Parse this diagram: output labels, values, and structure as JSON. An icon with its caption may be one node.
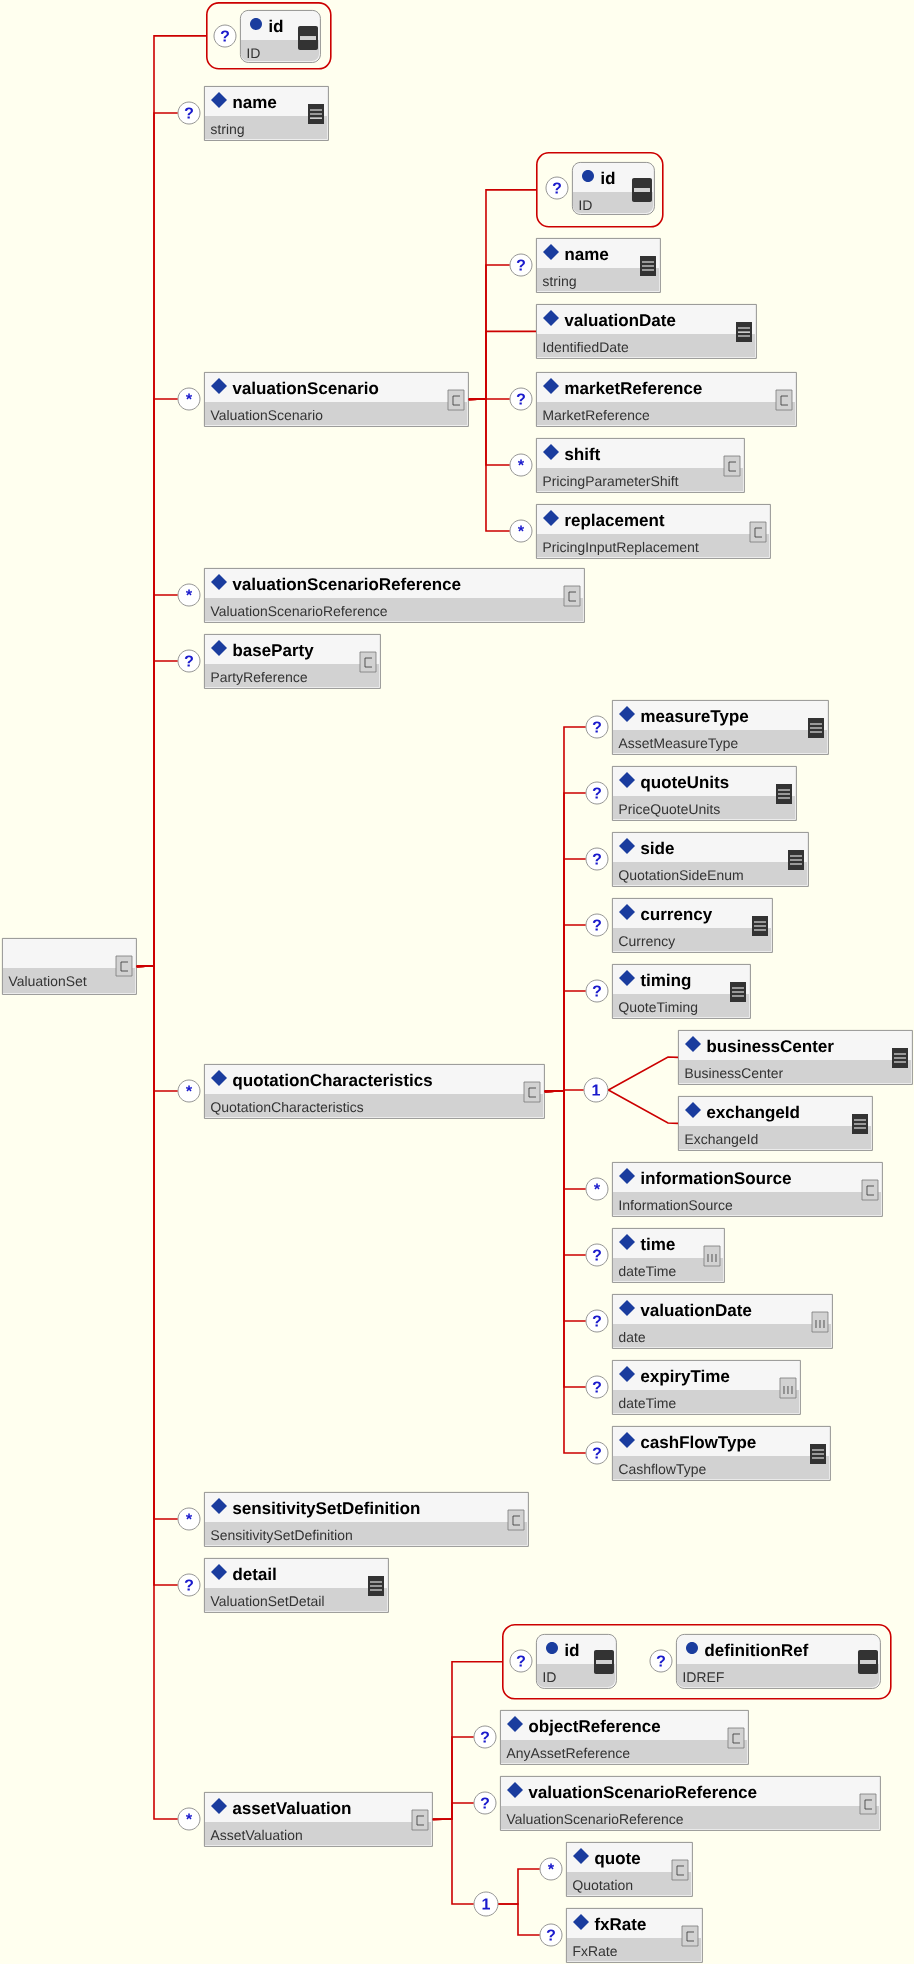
{
  "diagram": {
    "nodes": [
      {
        "text": [
          "ValuationSet"
        ]
      },
      {
        "text": [],
        "shape": "box"
      },
      {
        "text": [
          "id",
          "ID"
        ],
        "in": 1,
        "beside": [
          "?"
        ]
      },
      {
        "text": [
          "name",
          "string"
        ],
        "beside": [
          "?"
        ]
      },
      {
        "text": [
          "valuationScenario",
          "ValuationScenario"
        ],
        "beside": [
          "*"
        ]
      },
      {
        "text": [],
        "shape": "box"
      },
      {
        "text": [
          "id",
          "ID"
        ],
        "in": 5,
        "beside": [
          "?"
        ]
      },
      {
        "text": [
          "name",
          "string"
        ],
        "beside": [
          "?"
        ]
      },
      {
        "text": [
          "valuationDate",
          "IdentifiedDate"
        ]
      },
      {
        "text": [
          "marketReference",
          "MarketReference"
        ],
        "beside": [
          "?"
        ]
      },
      {
        "text": [
          "shift",
          "PricingParameterShift"
        ],
        "beside": [
          "*"
        ]
      },
      {
        "text": [
          "replacement",
          "PricingInputReplacement"
        ],
        "beside": [
          "*"
        ]
      },
      {
        "text": [
          "valuationScenarioReference",
          "ValuationScenarioReference"
        ],
        "beside": [
          "*"
        ]
      },
      {
        "text": [
          "baseParty",
          "PartyReference"
        ],
        "beside": [
          "?"
        ]
      },
      {
        "text": [
          "quotationCharacteristics",
          "QuotationCharacteristics"
        ],
        "beside": [
          "*"
        ]
      },
      {
        "text": [
          "measureType",
          "AssetMeasureType"
        ],
        "beside": [
          "?"
        ]
      },
      {
        "text": [
          "quoteUnits",
          "PriceQuoteUnits"
        ],
        "beside": [
          "?"
        ]
      },
      {
        "text": [
          "side",
          "QuotationSideEnum"
        ],
        "beside": [
          "?"
        ]
      },
      {
        "text": [
          "currency",
          "Currency"
        ],
        "beside": [
          "?"
        ]
      },
      {
        "text": [
          "timing",
          "QuoteTiming"
        ],
        "beside": [
          "?"
        ]
      },
      {
        "text": [
          "1"
        ]
      },
      {
        "text": [
          "businessCenter",
          "BusinessCenter"
        ]
      },
      {
        "text": [
          "exchangeId",
          "ExchangeId"
        ]
      },
      {
        "text": [
          "informationSource",
          "InformationSource"
        ],
        "beside": [
          "*"
        ]
      },
      {
        "text": [
          "time",
          "dateTime"
        ],
        "beside": [
          "?"
        ]
      },
      {
        "text": [
          "valuationDate",
          "date"
        ],
        "beside": [
          "?"
        ]
      },
      {
        "text": [
          "expiryTime",
          "dateTime"
        ],
        "beside": [
          "?"
        ]
      },
      {
        "text": [
          "cashFlowType",
          "CashflowType"
        ],
        "beside": [
          "?"
        ]
      },
      {
        "text": [
          "sensitivitySetDefinition",
          "SensitivitySetDefinition"
        ],
        "beside": [
          "*"
        ]
      },
      {
        "text": [
          "detail",
          "ValuationSetDetail"
        ],
        "beside": [
          "?"
        ]
      },
      {
        "text": [],
        "shape": "box"
      },
      {
        "text": [
          "id",
          "ID"
        ],
        "in": 30,
        "beside": [
          "?"
        ]
      },
      {
        "text": [
          "definitionRef",
          "IDREF"
        ],
        "in": 30,
        "beside": [
          "?"
        ]
      },
      {
        "text": [
          "assetValuation",
          "AssetValuation"
        ],
        "beside": [
          "*"
        ]
      },
      {
        "text": [
          "objectReference",
          "AnyAssetReference"
        ],
        "beside": [
          "?"
        ]
      },
      {
        "text": [
          "valuationScenarioReference",
          "ValuationScenarioReference"
        ],
        "beside": [
          "?"
        ]
      },
      {
        "text": [
          "1"
        ]
      },
      {
        "text": [
          "quote",
          "Quotation"
        ],
        "beside": [
          "*"
        ]
      },
      {
        "text": [
          "fxRate",
          "FxRate"
        ],
        "beside": [
          "?"
        ]
      }
    ],
    "edges": [
      {
        "from": 0,
        "to": 1,
        "arrow": "none"
      },
      {
        "from": 0,
        "to": 3,
        "arrow": "none"
      },
      {
        "from": 0,
        "to": 4,
        "arrow": "none"
      },
      {
        "from": 4,
        "to": 5,
        "arrow": "none"
      },
      {
        "from": 4,
        "to": 7,
        "arrow": "none"
      },
      {
        "from": 4,
        "to": 8,
        "arrow": "none"
      },
      {
        "from": 4,
        "to": 9,
        "arrow": "none"
      },
      {
        "from": 4,
        "to": 10,
        "arrow": "none"
      },
      {
        "from": 4,
        "to": 11,
        "arrow": "none"
      },
      {
        "from": 0,
        "to": 12,
        "arrow": "none"
      },
      {
        "from": 0,
        "to": 13,
        "arrow": "none"
      },
      {
        "from": 0,
        "to": 14,
        "arrow": "none"
      },
      {
        "from": 14,
        "to": 15,
        "arrow": "none"
      },
      {
        "from": 14,
        "to": 16,
        "arrow": "none"
      },
      {
        "from": 14,
        "to": 17,
        "arrow": "none"
      },
      {
        "from": 14,
        "to": 18,
        "arrow": "none"
      },
      {
        "from": 14,
        "to": 19,
        "arrow": "none"
      },
      {
        "from": 14,
        "to": 20,
        "arrow": "none"
      },
      {
        "from": 20,
        "to": 21,
        "arrow": "none"
      },
      {
        "from": 20,
        "to": 22,
        "arrow": "none"
      },
      {
        "from": 14,
        "to": 23,
        "arrow": "none"
      },
      {
        "from": 14,
        "to": 24,
        "arrow": "none"
      },
      {
        "from": 14,
        "to": 25,
        "arrow": "none"
      },
      {
        "from": 14,
        "to": 26,
        "arrow": "none"
      },
      {
        "from": 14,
        "to": 27,
        "arrow": "none"
      },
      {
        "from": 0,
        "to": 28,
        "arrow": "none"
      },
      {
        "from": 0,
        "to": 29,
        "arrow": "none"
      },
      {
        "from": 0,
        "to": 33,
        "arrow": "none"
      },
      {
        "from": 33,
        "to": 30,
        "arrow": "none"
      },
      {
        "from": 33,
        "to": 34,
        "arrow": "none"
      },
      {
        "from": 33,
        "to": 35,
        "arrow": "none"
      },
      {
        "from": 33,
        "to": 36,
        "arrow": "none"
      },
      {
        "from": 36,
        "to": 37,
        "arrow": "none"
      },
      {
        "from": 36,
        "to": 38,
        "arrow": "none"
      }
    ]
  }
}
